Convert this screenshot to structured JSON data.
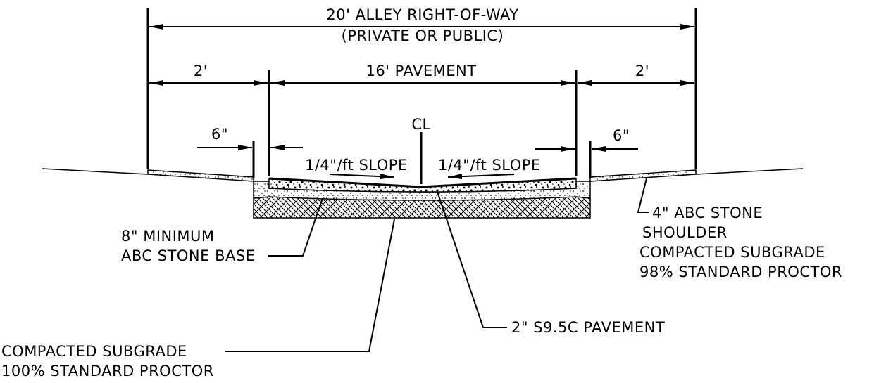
{
  "dimensions": {
    "row_width": "20' ALLEY RIGHT-OF-WAY",
    "row_note": "(PRIVATE OR PUBLIC)",
    "left_shoulder": "2'",
    "pavement": "16' PAVEMENT",
    "right_shoulder": "2'",
    "left_offset": "6\"",
    "right_offset": "6\"",
    "centerline": "CL"
  },
  "slopes": {
    "left": "1/4\"/ft SLOPE",
    "right": "1/4\"/ft SLOPE"
  },
  "callouts": {
    "shoulder": [
      "4\" ABC STONE",
      "SHOULDER"
    ],
    "subgrade_shoulder": [
      "COMPACTED SUBGRADE",
      "98% STANDARD PROCTOR"
    ],
    "base": [
      "8\" MINIMUM",
      "ABC STONE BASE"
    ],
    "pavement": "2\" S9.5C PAVEMENT",
    "subgrade_main": [
      "COMPACTED SUBGRADE",
      "100% STANDARD PROCTOR"
    ]
  }
}
